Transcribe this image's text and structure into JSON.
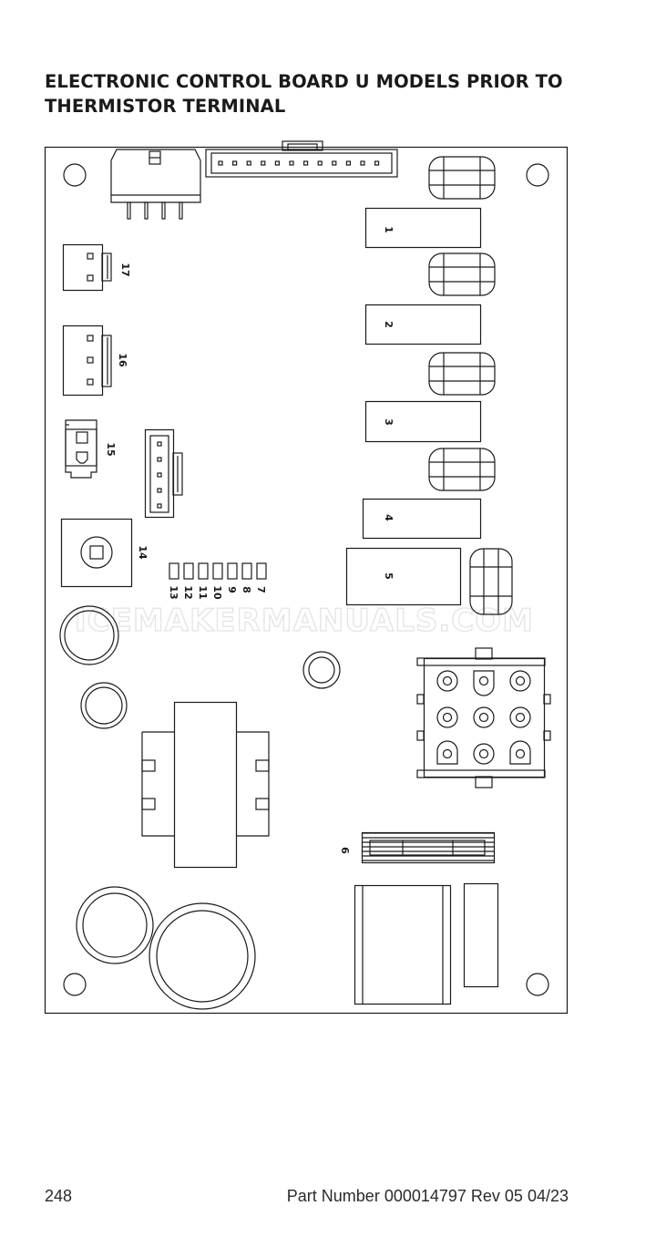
{
  "title": {
    "line1": "ELECTRONIC CONTROL BOARD U MODELS PRIOR TO",
    "line2": "THERMISTOR TERMINAL"
  },
  "board": {
    "relays": [
      "1",
      "2",
      "3",
      "4",
      "5"
    ],
    "connectors": {
      "c17": "17",
      "c16": "16",
      "c15": "15",
      "c14": "14",
      "c6": "6"
    },
    "leds": [
      "7",
      "8",
      "9",
      "10",
      "11",
      "12",
      "13"
    ]
  },
  "watermark": "ICEMAKERMANUALS.COM",
  "footer": {
    "page_number": "248",
    "part_number": "Part Number 000014797 Rev 05 04/23"
  }
}
